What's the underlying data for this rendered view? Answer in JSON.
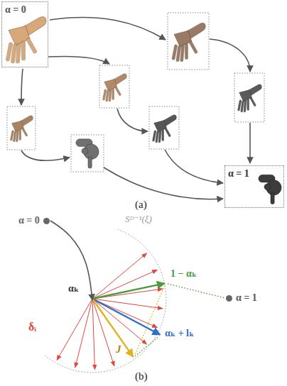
{
  "diagram": {
    "nodes": [
      {
        "text": [
          "α = 0"
        ]
      },
      {
        "text": [
          "α = 1"
        ]
      },
      {
        "text": [
          "α = 0"
        ]
      },
      {
        "text": [
          "αₖ"
        ]
      },
      {
        "text": [
          "α = 1"
        ]
      }
    ],
    "edges": [
      {
        "from": 2,
        "to": 3,
        "arrow": "to"
      }
    ],
    "labels": [
      "(a)",
      "Sᴰ⁻¹(ξ)",
      "δᵢ",
      "1 − αₖ",
      "αₖ + lₖ",
      "J",
      "(b)"
    ]
  }
}
